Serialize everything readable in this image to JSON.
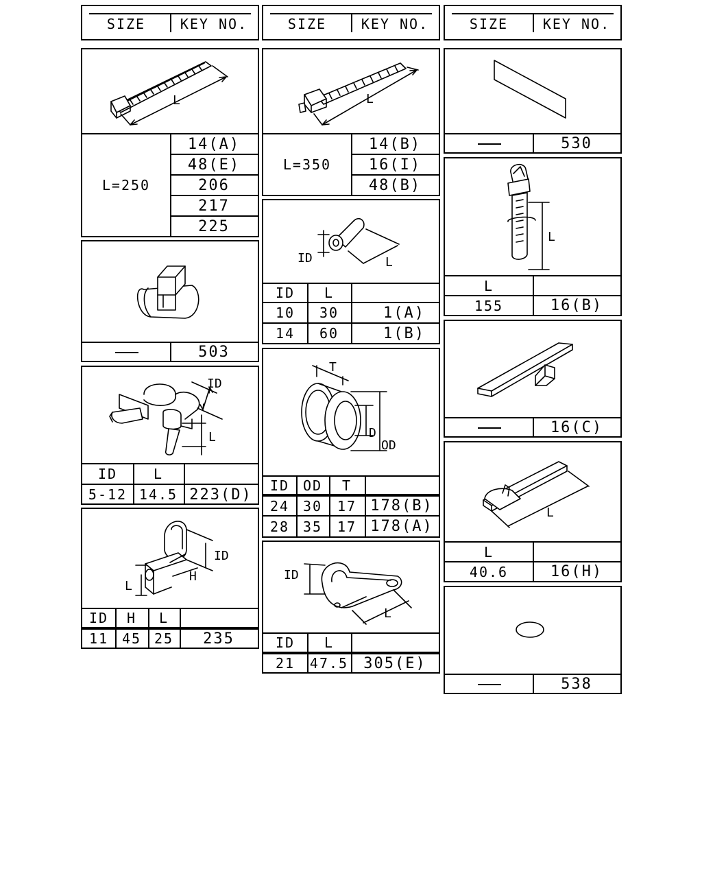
{
  "headers": [
    {
      "size": "SIZE",
      "key": "KEY NO."
    },
    {
      "size": "SIZE",
      "key": "KEY NO."
    },
    {
      "size": "SIZE",
      "key": "KEY NO."
    }
  ],
  "dim": {
    "L": "L",
    "ID": "ID",
    "OD": "OD",
    "T": "T",
    "H": "H",
    "D": "D"
  },
  "tie250": {
    "size": "L=250",
    "keys": [
      "14(A)",
      "48(E)",
      "206",
      "217",
      "225"
    ]
  },
  "clip503": {
    "key": "503"
  },
  "clip223": {
    "cols": [
      "ID",
      "L",
      ""
    ],
    "row": [
      "5-12",
      "14.5",
      "223(D)"
    ]
  },
  "clamp235": {
    "cols": [
      "ID",
      "H",
      "L",
      ""
    ],
    "row": [
      "11",
      "45",
      "25",
      "235"
    ]
  },
  "tie350": {
    "size": "L=350",
    "keys": [
      "14(B)",
      "16(I)",
      "48(B)"
    ]
  },
  "tube1": {
    "cols": [
      "ID",
      "L",
      ""
    ],
    "rows": [
      [
        "10",
        "30",
        "1(A)"
      ],
      [
        "14",
        "60",
        "1(B)"
      ]
    ]
  },
  "grommet178": {
    "cols": [
      "ID",
      "OD",
      "T",
      ""
    ],
    "rows": [
      [
        "24",
        "30",
        "17",
        "178(B)"
      ],
      [
        "28",
        "35",
        "17",
        "178(A)"
      ]
    ]
  },
  "clamp305": {
    "cols": [
      "ID",
      "L",
      ""
    ],
    "row": [
      "21",
      "47.5",
      "305(E)"
    ]
  },
  "tape530": {
    "key": "530"
  },
  "tie16b": {
    "cols": [
      "L",
      ""
    ],
    "row": [
      "155",
      "16(B)"
    ]
  },
  "strap16c": {
    "key": "16(C)"
  },
  "strap16h": {
    "cols": [
      "L",
      ""
    ],
    "row": [
      "40.6",
      "16(H)"
    ]
  },
  "plug538": {
    "key": "538"
  }
}
